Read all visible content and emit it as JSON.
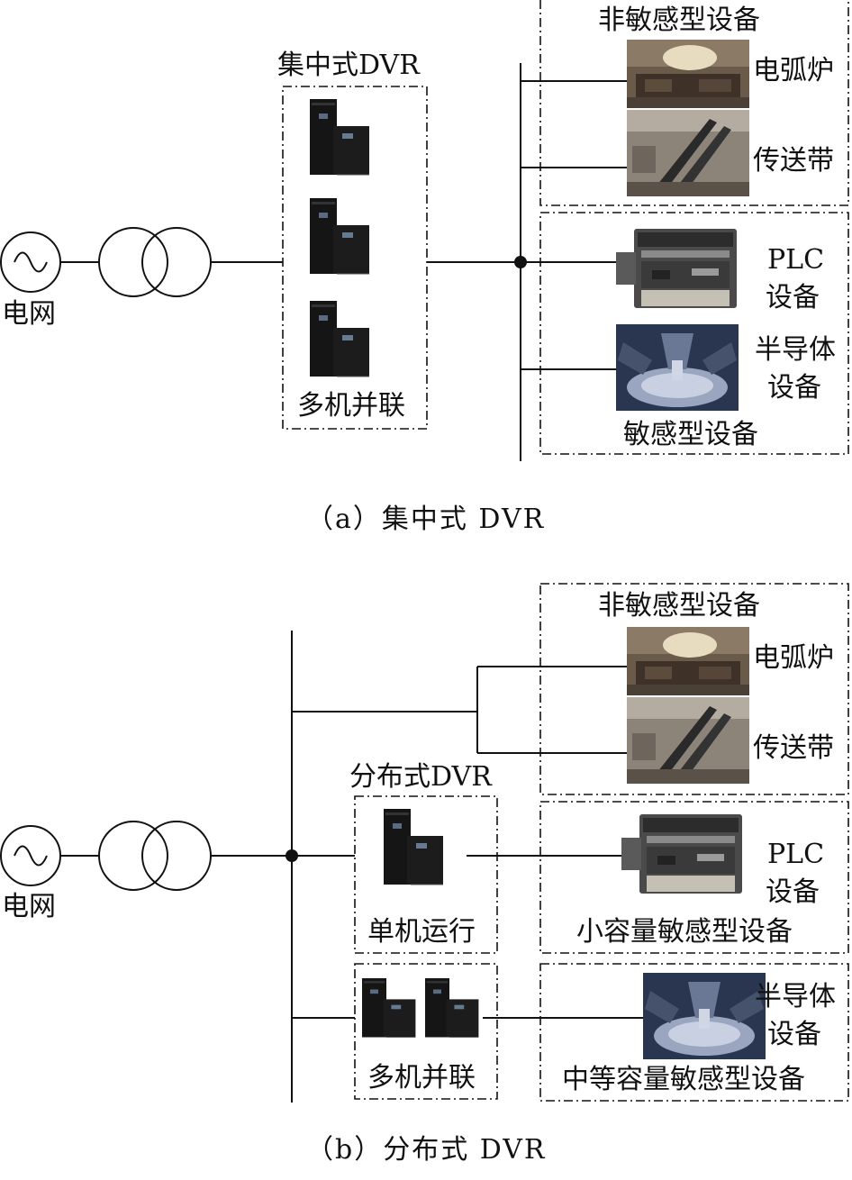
{
  "diagram_a": {
    "grid_label": "电网",
    "dvr_title": "集中式DVR",
    "dvr_mode": "多机并联",
    "nonsensitive_title": "非敏感型设备",
    "arc_furnace": "电弧炉",
    "conveyor": "传送带",
    "plc_line1": "PLC",
    "plc_line2": "设备",
    "semi_line1": "半导体",
    "semi_line2": "设备",
    "sensitive_title": "敏感型设备",
    "caption": "（a）集中式 DVR"
  },
  "diagram_b": {
    "grid_label": "电网",
    "nonsensitive_title": "非敏感型设备",
    "arc_furnace": "电弧炉",
    "conveyor": "传送带",
    "dvr_title": "分布式DVR",
    "dvr_single": "单机运行",
    "dvr_parallel": "多机并联",
    "plc_line1": "PLC",
    "plc_line2": "设备",
    "small_sensitive": "小容量敏感型设备",
    "semi_line1": "半导体",
    "semi_line2": "设备",
    "medium_sensitive": "中等容量敏感型设备",
    "caption": "（b）分布式 DVR"
  }
}
